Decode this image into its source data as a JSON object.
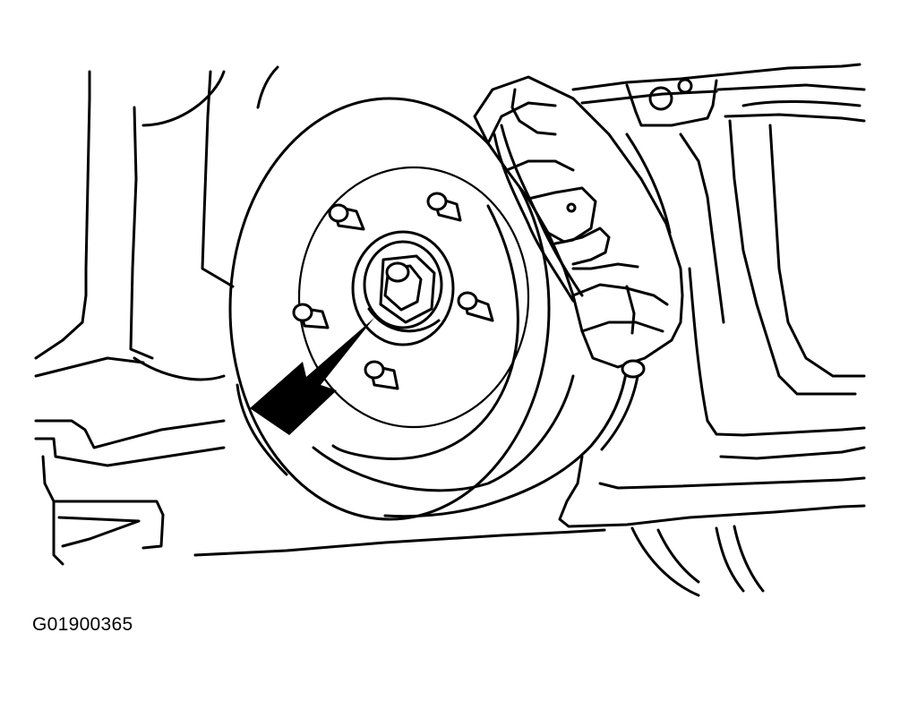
{
  "figure": {
    "code": "G01900365"
  },
  "palette": {
    "line": "#000000",
    "background": "#ffffff",
    "arrow": "#000000"
  },
  "parts": [
    "brake-rotor",
    "wheel-hub",
    "axle-nut",
    "wheel-stud",
    "brake-caliper",
    "brake-hose",
    "pointer-arrow"
  ]
}
